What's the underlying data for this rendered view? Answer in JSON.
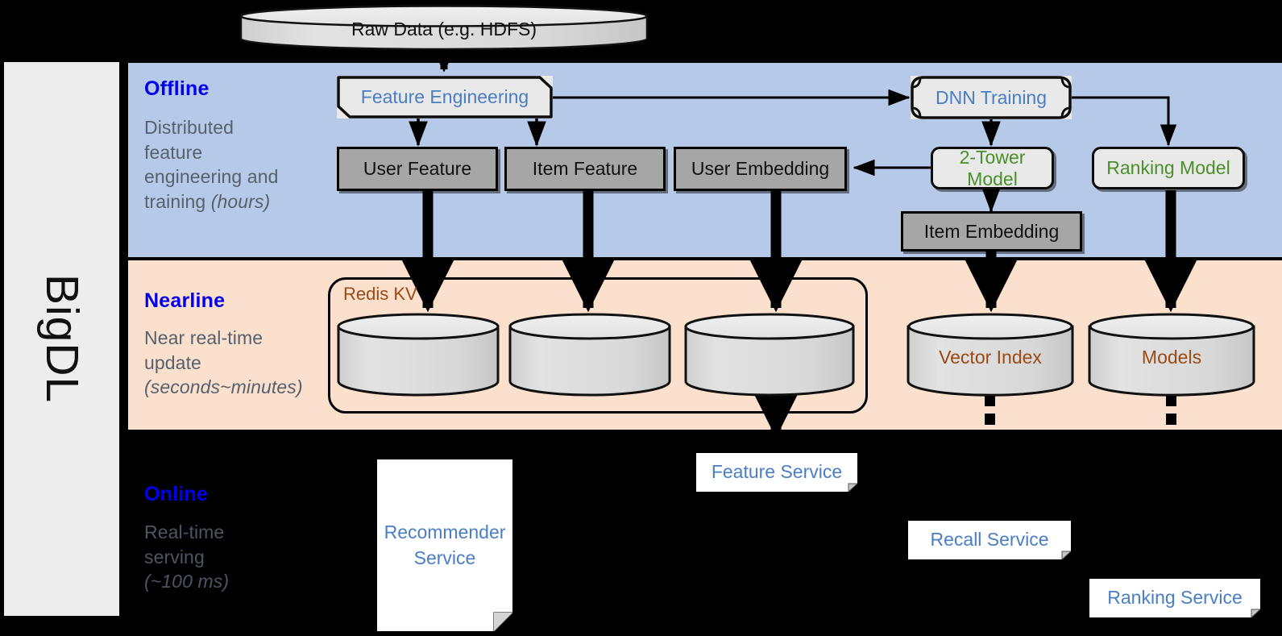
{
  "platform": {
    "name": "BigDL"
  },
  "bands": [
    {
      "id": "offline",
      "title": "Offline",
      "subtitle": "Distributed feature engineering and training (hours)",
      "sub_plain": "Distributed\nfeature\nengineering and\ntraining ",
      "sub_italic": "(hours)",
      "color": "#b7c9e8"
    },
    {
      "id": "nearline",
      "title": "Nearline",
      "subtitle": "Near real-time update (seconds~minutes)",
      "sub_plain": "Near real-time\nupdate\n",
      "sub_italic": "(seconds~minutes)",
      "color": "#fae0cd"
    },
    {
      "id": "online",
      "title": "Online",
      "subtitle": "Real-time serving (~100 ms)",
      "sub_plain": "Real-time\nserving\n",
      "sub_italic": "(~100 ms)",
      "color": "#000000"
    }
  ],
  "nodes": {
    "raw_data": "Raw Data (e.g. HDFS)",
    "feature_engineering": "Feature Engineering",
    "dnn_training": "DNN Training",
    "user_feature": "User Feature",
    "item_feature": "Item Feature",
    "user_embedding": "User Embedding",
    "two_tower_model": "2-Tower Model",
    "ranking_model": "Ranking Model",
    "item_embedding": "Item Embedding",
    "redis_kv": "Redis KV",
    "vector_index": "Vector Index",
    "models": "Models",
    "feature_service": "Feature Service",
    "recommender_service": "Recommender\nService",
    "recall_service": "Recall Service",
    "ranking_service": "Ranking Service"
  },
  "colors": {
    "band_offline": "#b7c9e8",
    "band_nearline": "#fae0cd",
    "band_online": "#000000",
    "rail": "#ededed",
    "title_blue": "#0000ee",
    "subtitle_grey": "#56616e",
    "process_blue": "#4a7ec4",
    "model_green": "#4a8f2a",
    "store_brown": "#9c4a14",
    "grey_box": "#a6a6a6",
    "light_box": "#e9e9e9"
  }
}
